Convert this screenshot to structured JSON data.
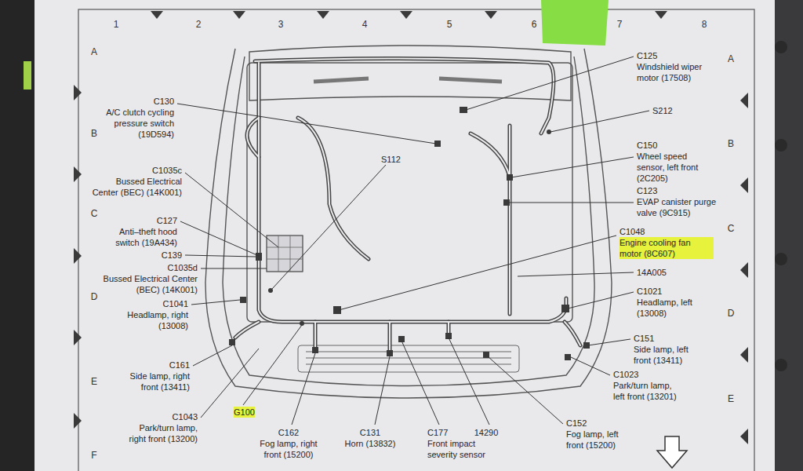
{
  "diagram": {
    "labels": [
      "1",
      "2",
      "3",
      "4",
      "5",
      "6",
      "7",
      "8",
      "A",
      "B",
      "C",
      "D",
      "E",
      "F",
      "A",
      "B",
      "C",
      "D",
      "E",
      "C125",
      "Windshield wiper motor (17508)",
      "S212",
      "C150",
      "Wheel speed sensor, left front (2C205)",
      "C123",
      "EVAP canister purge valve (9C915)",
      "C1048",
      "Engine cooling fan motor (8C607)",
      "14A005",
      "C1021",
      "Headlamp, left (13008)",
      "C151",
      "Side lamp, left front (13411)",
      "C1023",
      "Park/turn lamp, left front (13201)",
      "C152",
      "Fog lamp, left front (15200)",
      "C130",
      "A/C clutch cycling pressure switch (19D594)",
      "S112",
      "C1035c",
      "Bussed Electrical Center (BEC) (14K001)",
      "C127",
      "Anti–theft hood switch (19A434)",
      "C139",
      "C1035d",
      "Bussed Electrical Center (BEC) (14K001)",
      "C1041",
      "Headlamp, right (13008)",
      "C161",
      "Side lamp, right front (13411)",
      "C1043",
      "Park/turn lamp, right front (13200)",
      "G100",
      "C162",
      "Fog lamp, right front (15200)",
      "C131",
      "Horn (13832)",
      "C177",
      "Front impact severity sensor",
      "14290"
    ]
  }
}
